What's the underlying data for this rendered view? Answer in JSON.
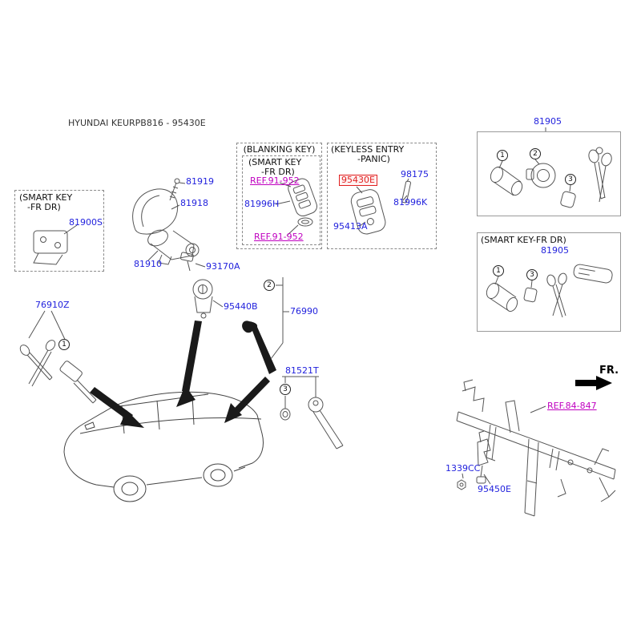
{
  "title": "HYUNDAI KEURPB816 - 95430E",
  "fr": "FR.",
  "callouts": {
    "one": "1",
    "two": "2",
    "three": "3"
  },
  "boxes": {
    "smart_key_left": {
      "line1": "(SMART KEY",
      "line2": "-FR DR)"
    },
    "blanking": {
      "title": "(BLANKING KEY)"
    },
    "smart_key_inner": {
      "line1": "(SMART KEY",
      "line2": "-FR DR)"
    },
    "keyless": {
      "line1": "(KEYLESS ENTRY",
      "line2": "-PANIC)"
    },
    "smart_key_right": {
      "title": "(SMART KEY-FR DR)"
    }
  },
  "parts": {
    "p81900S": "81900S",
    "p81919": "81919",
    "p81918": "81918",
    "p81910": "81910",
    "p93170A": "93170A",
    "p95440B": "95440B",
    "p76990": "76990",
    "p76910Z": "76910Z",
    "p81521T": "81521T",
    "p81996H": "81996H",
    "p95430E": "95430E",
    "p98175": "98175",
    "p81996K": "81996K",
    "p95413A": "95413A",
    "p81905a": "81905",
    "p81905b": "81905",
    "p1339CC": "1339CC",
    "p95450E": "95450E"
  },
  "refs": {
    "r91a": "REF.91-952",
    "r91b": "REF.91-952",
    "r84": "REF.84-847"
  },
  "colors": {
    "part_label": "#2222dd",
    "ref_link": "#c000c0",
    "highlight": "#e02020"
  }
}
